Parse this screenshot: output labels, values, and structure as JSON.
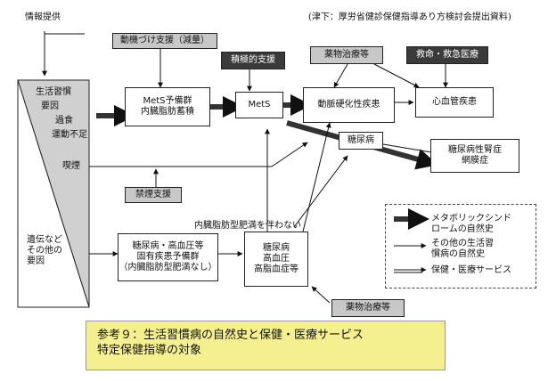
{
  "header": {
    "info_label": "情報提供",
    "source_note": "(津下：厚労省健診保健指導あり方検討会提出資料)"
  },
  "left_panel": {
    "factors": [
      "生活習慣",
      "要因",
      "過食",
      "運動不足"
    ],
    "smoking": "喫煙",
    "genetic": [
      "遺伝など",
      "その他の",
      "要因"
    ]
  },
  "tags": {
    "motivation": "動機づけ支援（減量）",
    "active": "積極的支援",
    "drug_top": "薬物治療等",
    "rescue": "救命・救急医療",
    "no_smoking": "禁煙支援",
    "drug_bottom": "薬物治療等"
  },
  "nodes": {
    "mets_pre": [
      "MetS予備群",
      "内臓脂肪蓄積"
    ],
    "mets": "MetS",
    "arterio": "動脈硬化性疾患",
    "cardio": "心血管疾患",
    "diabetes": "糖尿病",
    "dm_comp": [
      "糖尿病性腎症",
      "網膜症"
    ],
    "lifestyle_pre": [
      "糖尿病・高血圧等",
      "固有疾患予備群",
      "（内臓脂肪型肥満なし）"
    ],
    "lifestyle_dis": [
      "糖尿病",
      "高血圧",
      "高脂血症等"
    ],
    "no_obesity_label": "内臓脂肪型肥満を伴わない"
  },
  "legend": {
    "metabolic": [
      "メタボリックシンド",
      "ロームの自然史"
    ],
    "other": [
      "その他の生活習",
      "慣病の自然史"
    ],
    "service": "保健・医療サービス"
  },
  "caption": {
    "line1": "参考９：生活習慣病の自然史と保健・医療サービス",
    "line2": "特定保健指導の対象"
  }
}
